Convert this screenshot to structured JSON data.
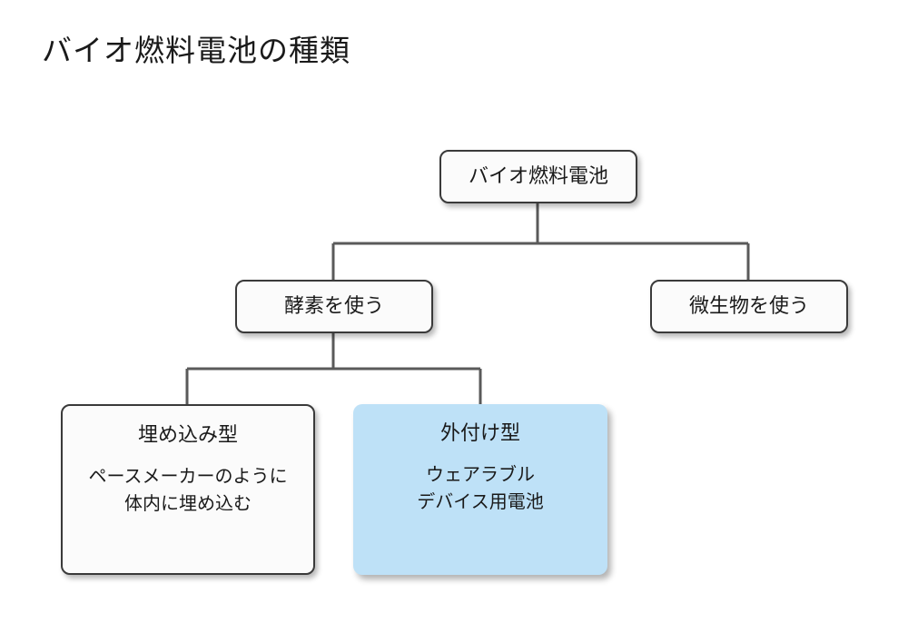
{
  "page": {
    "title": "バイオ燃料電池の種類"
  },
  "diagram": {
    "root": {
      "label": "バイオ燃料電池"
    },
    "branches": [
      {
        "label": "酵素を使う",
        "children": [
          {
            "title": "埋め込み型",
            "description_lines": [
              "ペースメーカーのように",
              "体内に埋め込む"
            ]
          },
          {
            "title": "外付け型",
            "description_lines": [
              "ウェアラブル",
              "デバイス用電池"
            ],
            "highlight_color": "#bee1f7"
          }
        ]
      },
      {
        "label": "微生物を使う",
        "children": []
      }
    ],
    "connector_color": "#5a5a5a"
  }
}
